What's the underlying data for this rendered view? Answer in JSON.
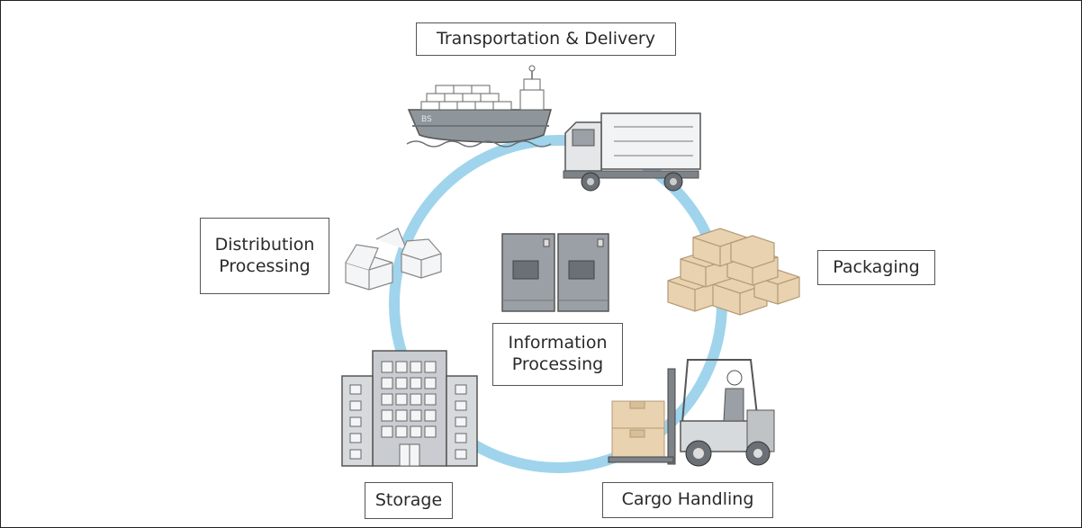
{
  "diagram": {
    "labels": {
      "transportation": "Transportation & Delivery",
      "packaging": "Packaging",
      "cargo_handling": "Cargo Handling",
      "storage": "Storage",
      "distribution_line1": "Distribution",
      "distribution_line2": "Processing",
      "information_line1": "Information",
      "information_line2": "Processing"
    },
    "ship_hull_text": "BS",
    "colors": {
      "cycle_ring": "#9fd4ec",
      "box_fill": "#e8d2b0",
      "box_stroke": "#b59a74",
      "machine": "#9aa0a5",
      "building": "#c9cdd1",
      "outline": "#555555"
    },
    "icons": [
      "ship-icon",
      "truck-icon",
      "stacked-boxes-icon",
      "forklift-icon",
      "warehouse-building-icon",
      "open-boxes-icon",
      "computer-terminal-icon"
    ]
  }
}
